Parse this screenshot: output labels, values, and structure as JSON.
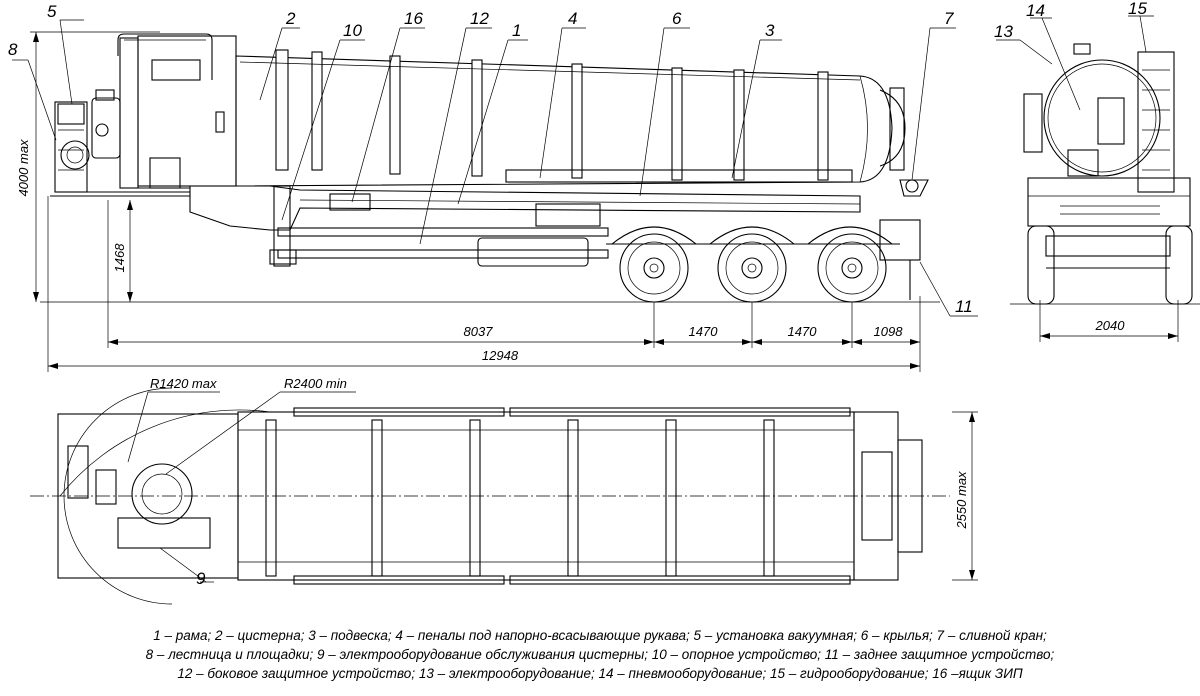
{
  "labels": {
    "n1": "1",
    "n2": "2",
    "n3": "3",
    "n4": "4",
    "n5": "5",
    "n6": "6",
    "n7": "7",
    "n8": "8",
    "n9": "9",
    "n10": "10",
    "n11": "11",
    "n12": "12",
    "n13": "13",
    "n14": "14",
    "n15": "15",
    "n16": "16"
  },
  "dimensions": {
    "height_max": "4000 max",
    "frame_height": "1468",
    "base": "8037",
    "axle1": "1470",
    "axle2": "1470",
    "rear": "1098",
    "overall_length": "12948",
    "track": "2040",
    "width_max": "2550 max",
    "radius_front": "R1420 max",
    "radius_min": "R2400 min"
  },
  "legend": {
    "line1": "1 – рама; 2 – цистерна; 3 – подвеска; 4 – пеналы под напорно-всасывающие рукава; 5 – установка вакуумная; 6 – крылья; 7 – сливной кран;",
    "line2": "8 – лестница и площадки; 9 – электрооборудование обслуживания цистерны; 10 – опорное устройство; 11 – заднее защитное устройство;",
    "line3": "12 – боковое защитное устройство; 13 – электрооборудование; 14 – пневмооборудование; 15 – гидрооборудование; 16 –ящик ЗИП"
  }
}
